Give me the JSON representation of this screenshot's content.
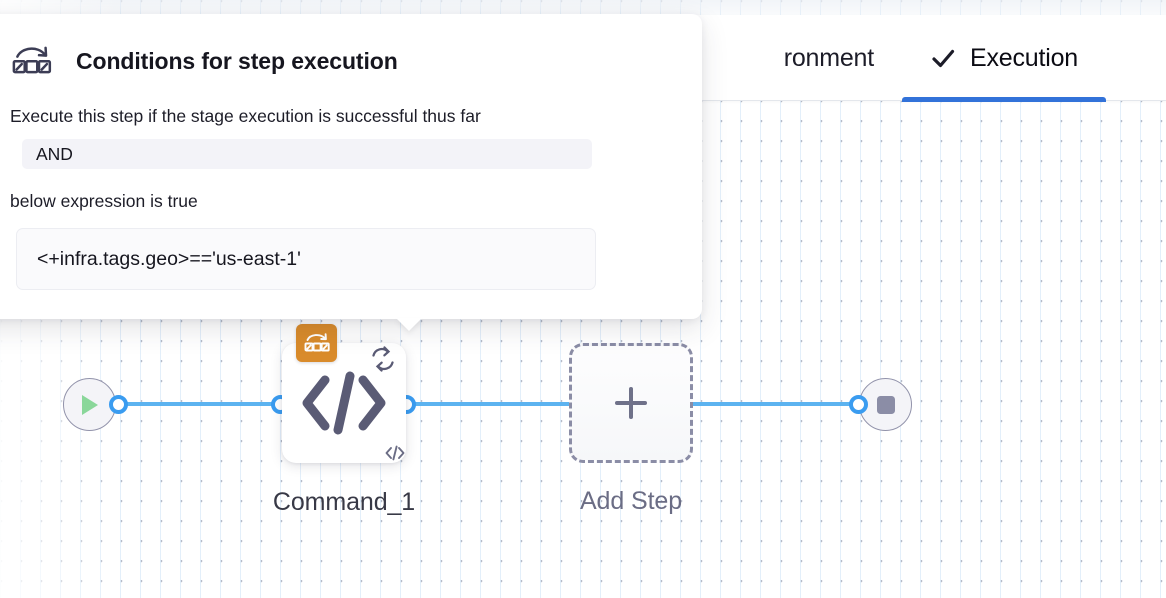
{
  "tabs": [
    {
      "id": "environment",
      "label": "ronment",
      "icon": "",
      "active": false
    },
    {
      "id": "execution",
      "label": "Execution",
      "icon": "check-icon",
      "active": true
    }
  ],
  "accent": {
    "tab_underline": "#3272d9",
    "connector": "#5cb3f0",
    "connector_dot": "#3a9cf0",
    "badge_orange": "#d98b2b",
    "node_icon": "#5a5b75",
    "start_play": "#8ad79a"
  },
  "popover": {
    "icon": "conditional-execution-icon",
    "title": "Conditions for step execution",
    "line1": "Execute this step if the stage execution is successful thus far",
    "operator_value": "AND",
    "line2": "below expression is true",
    "expression_value": "<+infra.tags.geo>=='us-east-1'"
  },
  "pipeline": {
    "start_node": {
      "icon": "play-icon",
      "label": ""
    },
    "end_node": {
      "icon": "stop-icon",
      "label": ""
    },
    "steps": [
      {
        "id": "command_1",
        "label": "Command_1",
        "main_icon": "code-icon",
        "badge_icon": "conditional-execution-icon",
        "loop_icon": "loop-retry-icon",
        "corner_icon": "code-icon"
      }
    ],
    "add_step": {
      "label": "Add Step",
      "icon": "plus-icon"
    }
  }
}
